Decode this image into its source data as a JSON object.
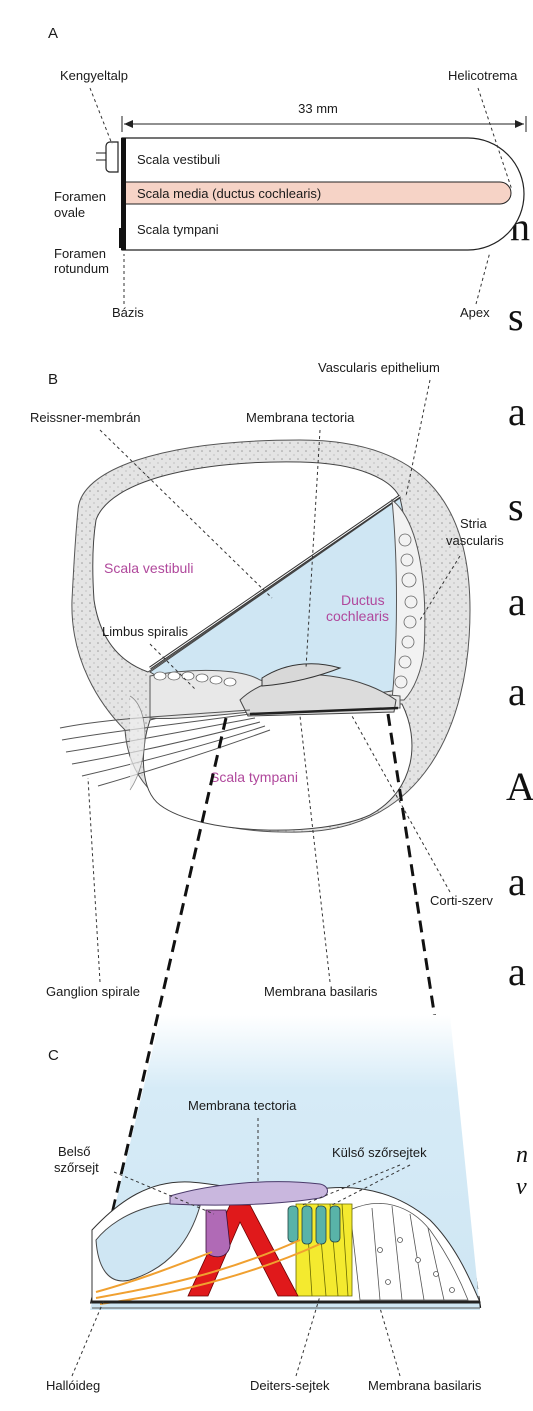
{
  "panels": {
    "a": "A",
    "b": "B",
    "c": "C"
  },
  "background_text": {
    "letters": [
      "n",
      "s",
      "a",
      "s",
      "a",
      "a",
      "A",
      "a",
      "a"
    ],
    "small": [
      "n",
      "v"
    ]
  },
  "panel_a": {
    "kengyeltalp": "Kengyeltalp",
    "helicotrema": "Helicotrema",
    "length": "33 mm",
    "scala_vestibuli": "Scala vestibuli",
    "scala_media": "Scala media (ductus cochlearis)",
    "scala_tympani": "Scala tympani",
    "foramen_ovale_1": "Foramen",
    "foramen_ovale_2": "ovale",
    "foramen_rotundum_1": "Foramen",
    "foramen_rotundum_2": "rotundum",
    "bazis": "Bázis",
    "apex": "Apex"
  },
  "panel_b": {
    "vascularis_epithelium": "Vascularis epithelium",
    "reissner": "Reissner-membrán",
    "membrana_tectoria": "Membrana tectoria",
    "stria_1": "Stria",
    "stria_2": "vascularis",
    "scala_vestibuli": "Scala vestibuli",
    "ductus_1": "Ductus",
    "ductus_2": "cochlearis",
    "limbus": "Limbus spiralis",
    "scala_tympani": "Scala tympani",
    "corti": "Corti-szerv",
    "ganglion": "Ganglion spirale",
    "membrana_basilaris": "Membrana basilaris"
  },
  "panel_c": {
    "membrana_tectoria": "Membrana tectoria",
    "belso_1": "Belső",
    "belso_2": "szőrsejt",
    "kulso": "Külső szőrsejtek",
    "halloideg": "Hallóideg",
    "deiters": "Deiters-sejtek",
    "membrana_basilaris": "Membrana basilaris"
  },
  "colors": {
    "endolymph": "#cfe6f3",
    "scala_media": "#f6d3c6",
    "tectoria": "#c9b7de",
    "pillar": "#e0191b",
    "outer_hair": "#f4ea2f",
    "inner_hair": "#b06ab6",
    "nerve": "#f0a030",
    "bone": "#e6e6e6"
  }
}
